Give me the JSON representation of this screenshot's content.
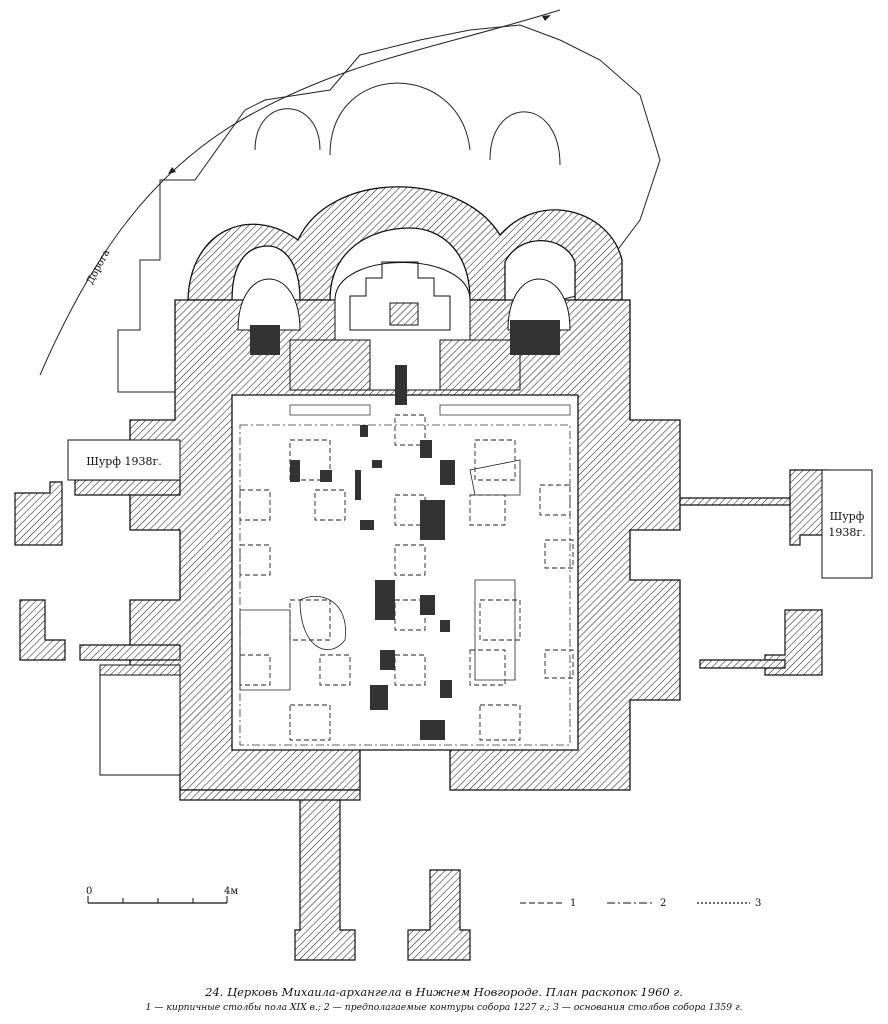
{
  "labels": {
    "road": "Дорога",
    "shurf_left": "Шурф 1938г.",
    "shurf_right_line1": "Шурф",
    "shurf_right_line2": "1938г."
  },
  "scale_bar": {
    "start": "0",
    "end": "4м"
  },
  "legend": [
    {
      "num": "1",
      "style": "dashed"
    },
    {
      "num": "2",
      "style": "dash-dot"
    },
    {
      "num": "3",
      "style": "dotted"
    }
  ],
  "caption": {
    "title": "24. Церковь Михаила-архангела в Нижнем Новгороде. План раскопок 1960 г.",
    "legend_text": "1 — кирпичные столбы пола XIX в.; 2 — предполагаемые контуры собора 1227 г.; 3 — основания столбов собора 1359 г."
  }
}
